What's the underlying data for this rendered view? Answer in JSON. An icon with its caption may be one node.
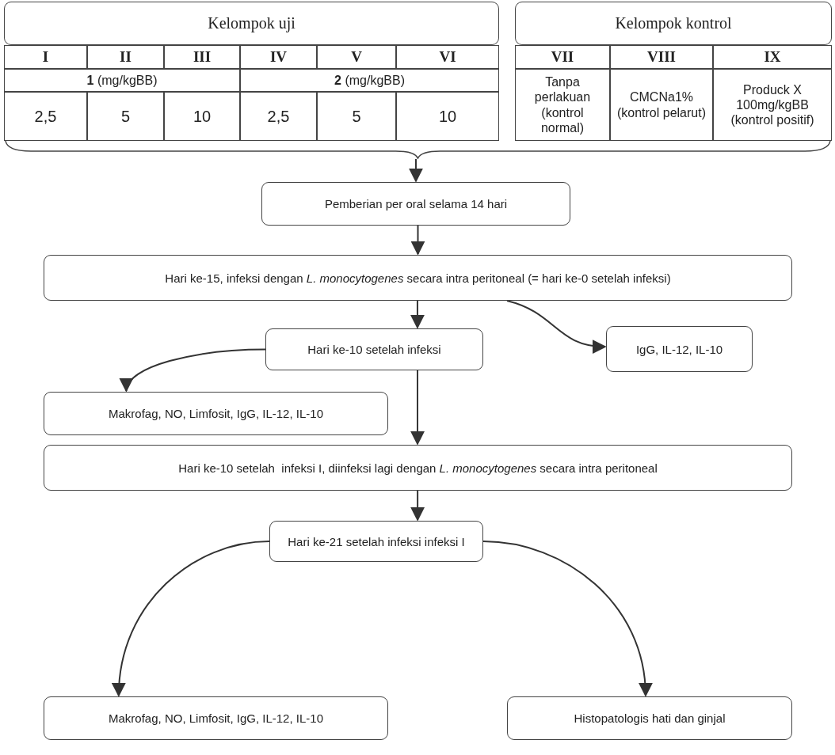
{
  "diagram": {
    "nodes": [
      {
        "text": [
          "Kelompok uji"
        ]
      },
      {
        "text": [
          "Kelompok kontrol"
        ]
      },
      {
        "text": [],
        "shape": "bracket"
      },
      {
        "text": [
          "Pemberian per oral selama 14 hari"
        ]
      },
      {
        "text": [
          "Hari ke-15, infeksi dengan *L. monocytogenes* secara intra peritoneal (= hari ke-0 setelah infeksi)"
        ]
      },
      {
        "text": [
          "IgG, IL-12, IL-10"
        ]
      },
      {
        "text": [
          "Hari ke-10 setelah infeksi"
        ]
      },
      {
        "text": [
          "Makrofag, NO, Limfosit, IgG, IL-12, IL-10"
        ]
      },
      {
        "text": [
          "Hari ke-10 setelah  infeksi I, diinfeksi lagi dengan *L. monocytogenes* secara intra peritoneal"
        ]
      },
      {
        "text": [
          "Hari ke-21 setelah infeksi infeksi I"
        ]
      },
      {
        "text": [
          "Makrofag, NO, Limfosit, IgG, IL-12, IL-10"
        ]
      },
      {
        "text": [
          "Histopatologis hati dan ginjal"
        ]
      }
    ],
    "edges": [
      {
        "from": 2,
        "to": 3,
        "arrow": "to"
      },
      {
        "from": 3,
        "to": 4,
        "arrow": "to"
      },
      {
        "from": 4,
        "to": 5,
        "arrow": "to"
      },
      {
        "from": 4,
        "to": 6,
        "arrow": "to"
      },
      {
        "from": 6,
        "to": 7,
        "arrow": "to"
      },
      {
        "from": 6,
        "to": 8,
        "arrow": "to"
      },
      {
        "from": 8,
        "to": 9,
        "arrow": "to"
      },
      {
        "from": 9,
        "to": 10,
        "arrow": "to"
      },
      {
        "from": 9,
        "to": 11,
        "arrow": "to"
      }
    ],
    "labels": [
      "I",
      "II",
      "III",
      "IV",
      "V",
      "VI",
      "VII",
      "VIII",
      "IX",
      "**1** (mg/kgBB)",
      "**2** (mg/kgBB)",
      "Tanpa perlakuan (kontrol normal)",
      "CMCNa1% (kontrol pelarut)",
      "Produck X 100mg/kgBB (kontrol positif)",
      "2,5",
      "5",
      "10",
      "2,5",
      "5",
      "10"
    ]
  }
}
